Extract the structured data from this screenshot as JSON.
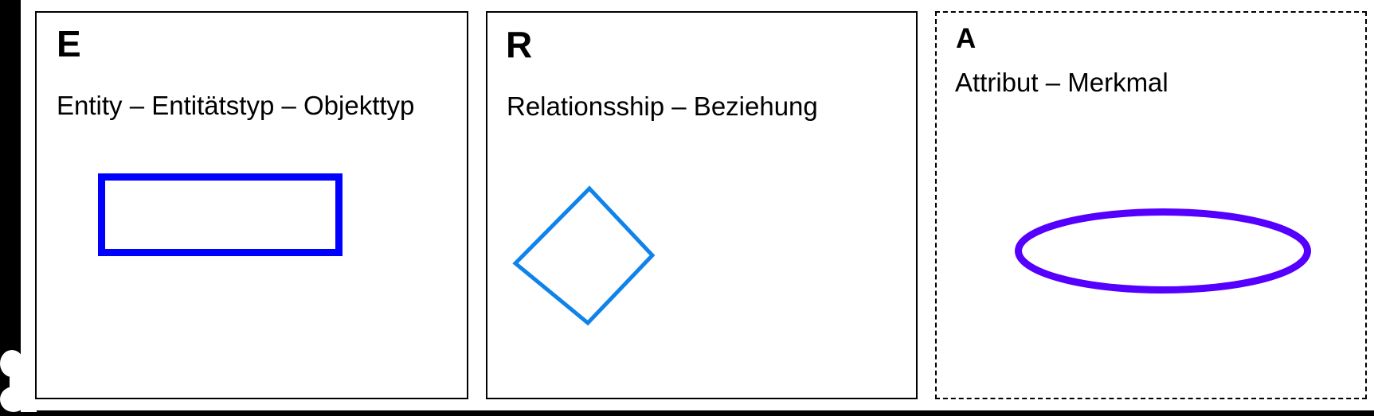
{
  "panels": [
    {
      "id": "entity",
      "letter": "E",
      "caption": "Entity – Entitätstyp – Objekttyp",
      "border": "solid",
      "shape": "rectangle",
      "shape_color": "#0000FF"
    },
    {
      "id": "relationship",
      "letter": "R",
      "caption": "Relationsship – Beziehung",
      "border": "solid",
      "shape": "diamond",
      "shape_color": "#1083EA"
    },
    {
      "id": "attribute",
      "letter": "A",
      "caption": "Attribut – Merkmal",
      "border": "dashed",
      "shape": "ellipse",
      "shape_color": "#5500FF"
    }
  ]
}
